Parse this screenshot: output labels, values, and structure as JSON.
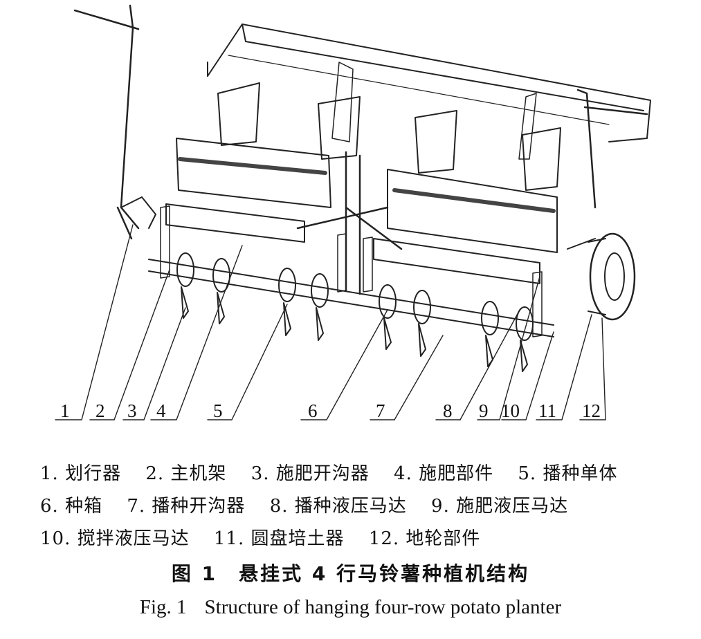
{
  "figure": {
    "callouts": [
      "1",
      "2",
      "3",
      "4",
      "5",
      "6",
      "7",
      "8",
      "9",
      "10",
      "11",
      "12"
    ],
    "legend": [
      "1. 划行器",
      "2. 主机架",
      "3. 施肥开沟器",
      "4. 施肥部件",
      "5. 播种单体",
      "6. 种箱",
      "7. 播种开沟器",
      "8. 播种液压马达",
      "9. 施肥液压马达",
      "10. 搅拌液压马达",
      "11. 圆盘培土器",
      "12. 地轮部件"
    ],
    "caption_cn": "图 1　悬挂式 4 行马铃薯种植机结构",
    "caption_en_num": "Fig. 1",
    "caption_en_text": "Structure of hanging four-row potato planter"
  }
}
